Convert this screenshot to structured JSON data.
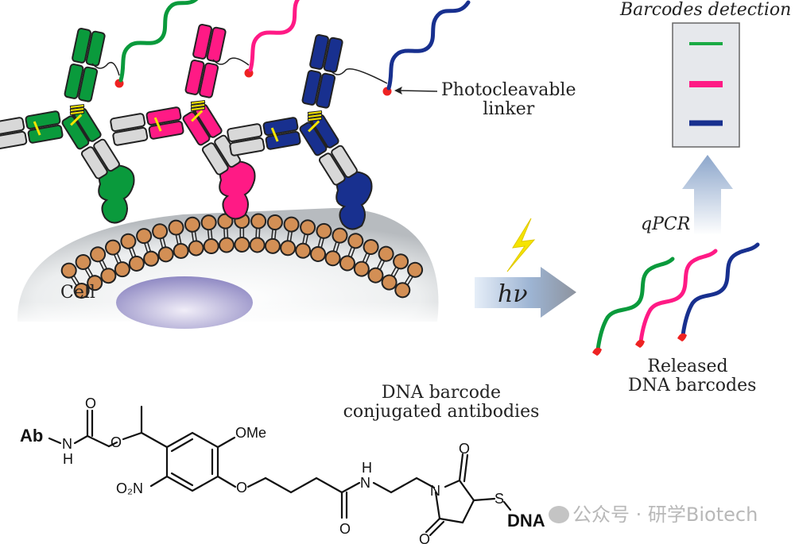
{
  "figure": {
    "labels": {
      "photocleavable_linker": "Photocleavable\nlinker",
      "photocleavable_line1": "Photocleavable",
      "photocleavable_line2": "linker",
      "cell": "Cell",
      "light": "hν",
      "barcodes_detection": "Barcodes detection",
      "qpcr": "qPCR",
      "released_line1": "Released",
      "released_line2": "DNA barcodes",
      "conjugated_line1": "DNA barcode",
      "conjugated_line2": "conjugated antibodies"
    },
    "chemistry": {
      "ab": "Ab",
      "nh_n": "N",
      "nh_h": "H",
      "o_carbonyl": "O",
      "o_ester": "O",
      "ome": "OMe",
      "no2": "O₂N",
      "o_ether": "O",
      "amide_n": "N",
      "amide_h": "H",
      "amide_o": "O",
      "imide_n": "N",
      "imide_o_top": "O",
      "imide_o_bottom": "O",
      "s": "S",
      "dna": "DNA"
    },
    "antibodies": [
      {
        "name": "green-antibody",
        "color": "#0a9a3c"
      },
      {
        "name": "pink-antibody",
        "color": "#ff1a85"
      },
      {
        "name": "blue-antibody",
        "color": "#18308f"
      }
    ],
    "gel_bands": [
      {
        "name": "green-band",
        "color": "#1aaa44"
      },
      {
        "name": "pink-band",
        "color": "#ff1a85"
      },
      {
        "name": "blue-band",
        "color": "#18308f"
      }
    ],
    "colors": {
      "lipid_head": "#d38f55",
      "linker_dot": "#ee2222",
      "bolt": "#f5e400",
      "gel_bg": "#e6e8ec"
    }
  },
  "watermark": "公众号 · 研学Biotech"
}
